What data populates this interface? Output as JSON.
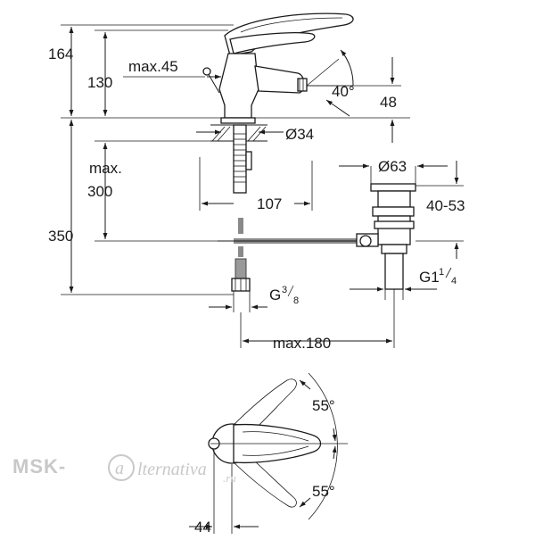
{
  "dimensions": {
    "h164": "164",
    "h130": "130",
    "max45": "max.45",
    "angle40": "40°",
    "h48": "48",
    "dia34": "Ø34",
    "max": "max.",
    "h300": "300",
    "dia63": "Ø63",
    "h107": "107",
    "range40_53": "40-53",
    "h350": "350",
    "g1_main": "G1",
    "g1_num": "1",
    "g1_den": "4",
    "g38_main": "G",
    "g38_num": "3",
    "g38_den": "8",
    "max180": "max.180",
    "angle55_top": "55°",
    "angle55_bottom": "55°",
    "w44": "44"
  },
  "watermark": {
    "prefix": "MSK-",
    "script": "lternativa",
    "suffix": ".ru"
  }
}
